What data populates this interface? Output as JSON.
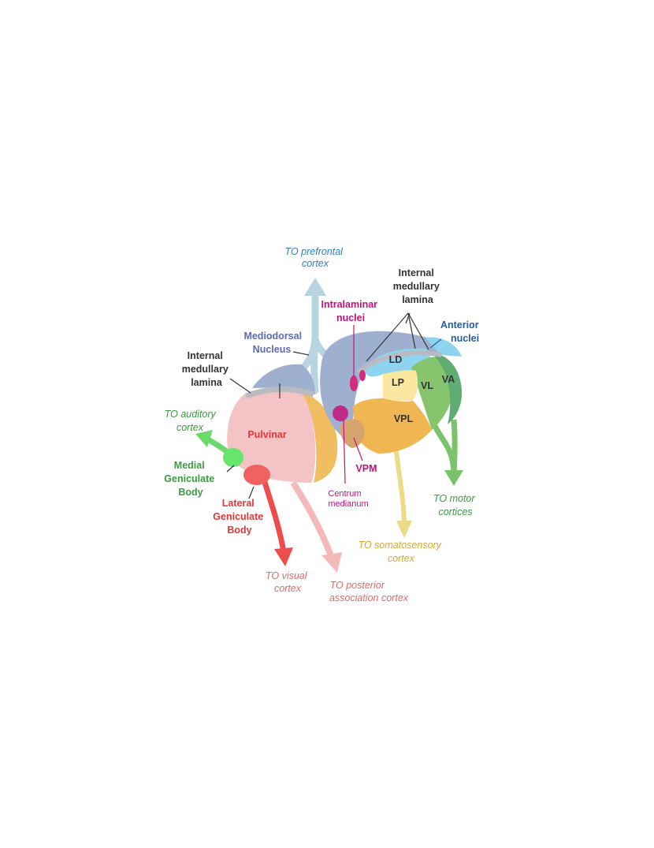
{
  "labels": {
    "prefrontal": [
      "TO prefrontal",
      "cortex"
    ],
    "internal_lamina_right": [
      "Internal",
      "medullary",
      "lamina"
    ],
    "intralaminar": [
      "Intralaminar",
      "nuclei"
    ],
    "anterior": [
      "Anterior",
      "nuclei"
    ],
    "mediodorsal": [
      "Mediodorsal",
      "Nucleus"
    ],
    "internal_lamina_left": [
      "Internal",
      "medullary",
      "lamina"
    ],
    "auditory": [
      "TO auditory",
      "cortex"
    ],
    "pulvinar": "Pulvinar",
    "medial_geniculate": [
      "Medial",
      "Geniculate",
      "Body"
    ],
    "lateral_geniculate": [
      "Lateral",
      "Geniculate",
      "Body"
    ],
    "ld": "LD",
    "lp": "LP",
    "vl": "VL",
    "va": "VA",
    "vpl": "VPL",
    "vpm": "VPM",
    "centrum_medianum": [
      "Centrum",
      "medianum"
    ],
    "motor": [
      "TO motor",
      "cortices"
    ],
    "somatosensory": [
      "TO somatosensory",
      "cortex"
    ],
    "visual": [
      "TO visual",
      "cortex"
    ],
    "posterior": [
      "TO posterior",
      "association cortex"
    ]
  },
  "colors": {
    "blue_label": "#2f7dc8",
    "dark_blue_label": "#1f5fa8",
    "magenta": "#c0147a",
    "purple_label": "#5d6ab3",
    "green_label": "#3a9a3e",
    "red_label": "#e03838",
    "yellow_label": "#d9a62e",
    "pink_label": "#e06a6a",
    "dark_text": "#333333"
  }
}
